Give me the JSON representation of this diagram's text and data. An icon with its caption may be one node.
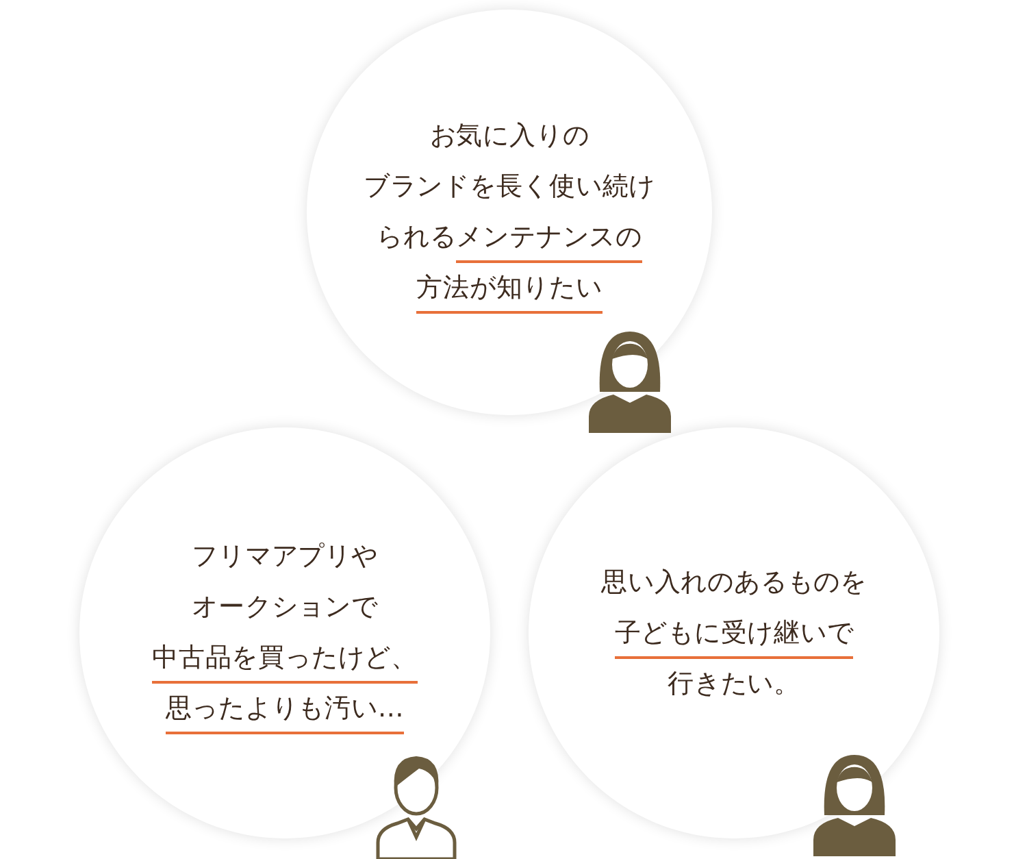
{
  "diagram": {
    "nodes": [
      {
        "text": [
          "お気に入りのブランドを長く使い続けられるメンテナンスの方法が知りたい"
        ]
      },
      {
        "text": [
          "フリマアプリやオークションで中古品を買ったけど、思ったよりも汚い…"
        ]
      },
      {
        "text": [
          "思い入れのあるものを子どもに受け継いで行きたい。"
        ]
      }
    ]
  }
}
